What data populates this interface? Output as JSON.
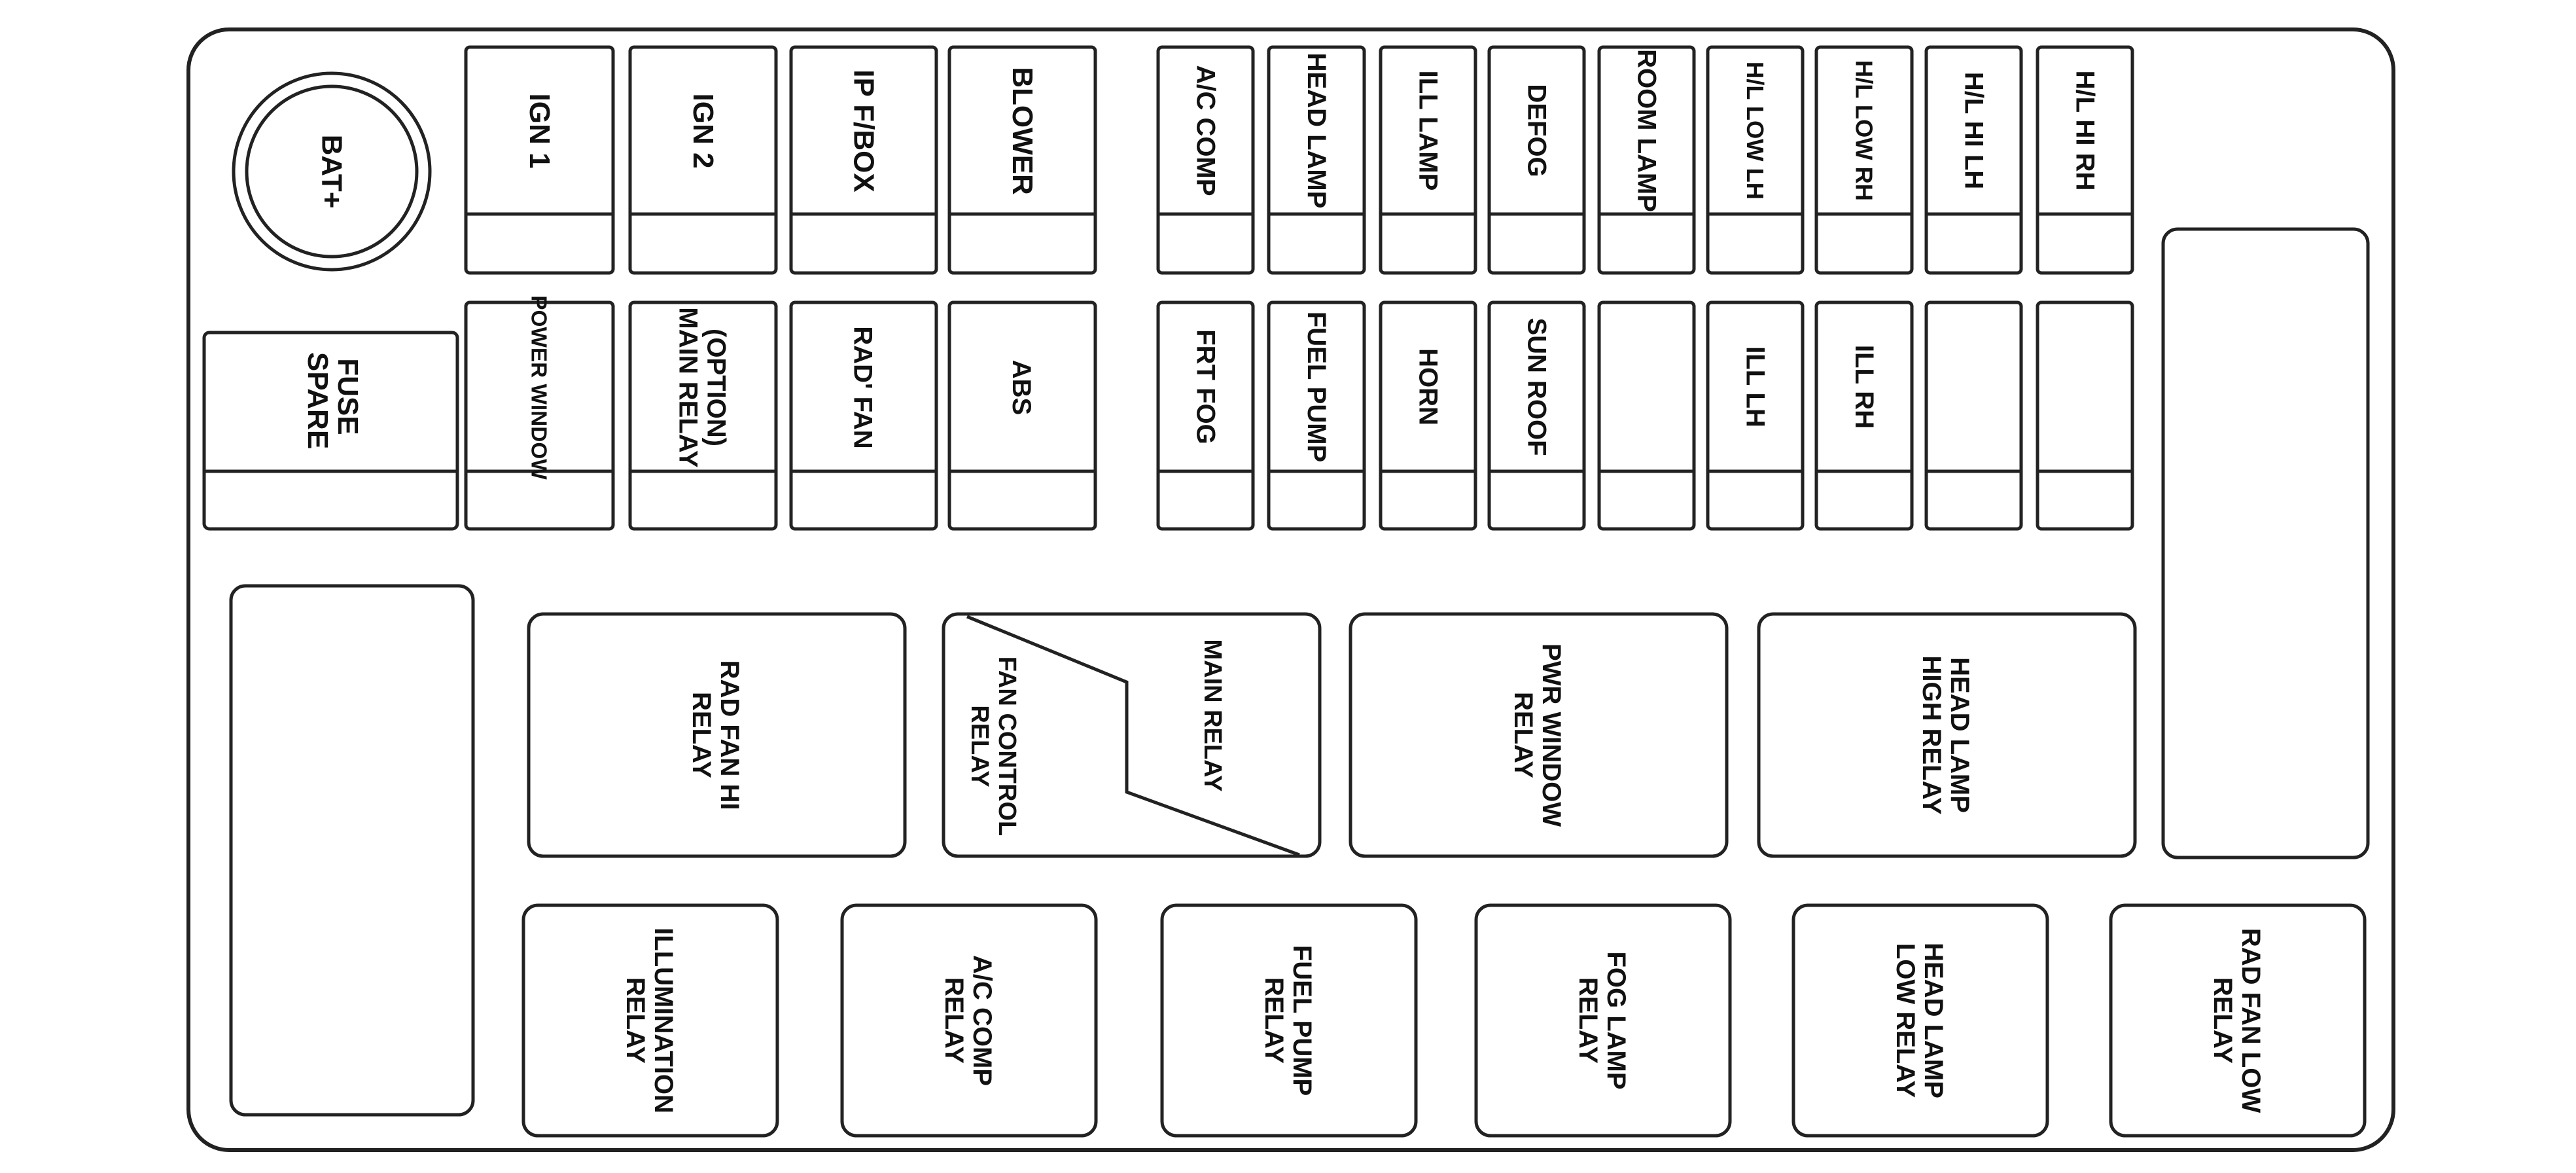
{
  "colors": {
    "stroke": "#222222",
    "background": "#ffffff",
    "text": "#111111"
  },
  "battery": {
    "label": "BAT+"
  },
  "fuse_spare": {
    "lines": [
      "FUSE",
      "SPARE"
    ]
  },
  "maxi_fuses_top": [
    "IGN 1",
    "IGN 2",
    "IP F/BOX",
    "BLOWER"
  ],
  "maxi_fuses_bottom": [
    [
      "POWER WINDOW"
    ],
    [
      "(OPTION)",
      "MAIN RELAY"
    ],
    [
      "RAD' FAN"
    ],
    [
      "ABS"
    ]
  ],
  "mini_fuses_top": [
    "A/C COMP",
    "HEAD LAMP",
    "ILL LAMP",
    "DEFOG",
    "ROOM LAMP",
    "H/L LOW LH",
    "H/L LOW RH",
    "H/L HI LH",
    "H/L HI RH"
  ],
  "mini_fuses_bottom": [
    "FRT FOG",
    "FUEL PUMP",
    "HORN",
    "SUN ROOF",
    "",
    "ILL LH",
    "ILL RH",
    "",
    ""
  ],
  "relays_row1": [
    [
      "RAD FAN HI",
      "RELAY"
    ],
    [
      "PWR WINDOW",
      "RELAY"
    ],
    [
      "HEAD LAMP",
      "HIGH RELAY"
    ]
  ],
  "split_relay": {
    "main": [
      "MAIN RELAY"
    ],
    "fan": [
      "FAN CONTROL",
      "RELAY"
    ]
  },
  "relays_row2": [
    [
      "ILLUMINATION",
      "RELAY"
    ],
    [
      "A/C COMP",
      "RELAY"
    ],
    [
      "FUEL PUMP",
      "RELAY"
    ],
    [
      "FOG LAMP",
      "RELAY"
    ],
    [
      "HEAD LAMP",
      "LOW RELAY"
    ],
    [
      "RAD FAN LOW",
      "RELAY"
    ]
  ]
}
